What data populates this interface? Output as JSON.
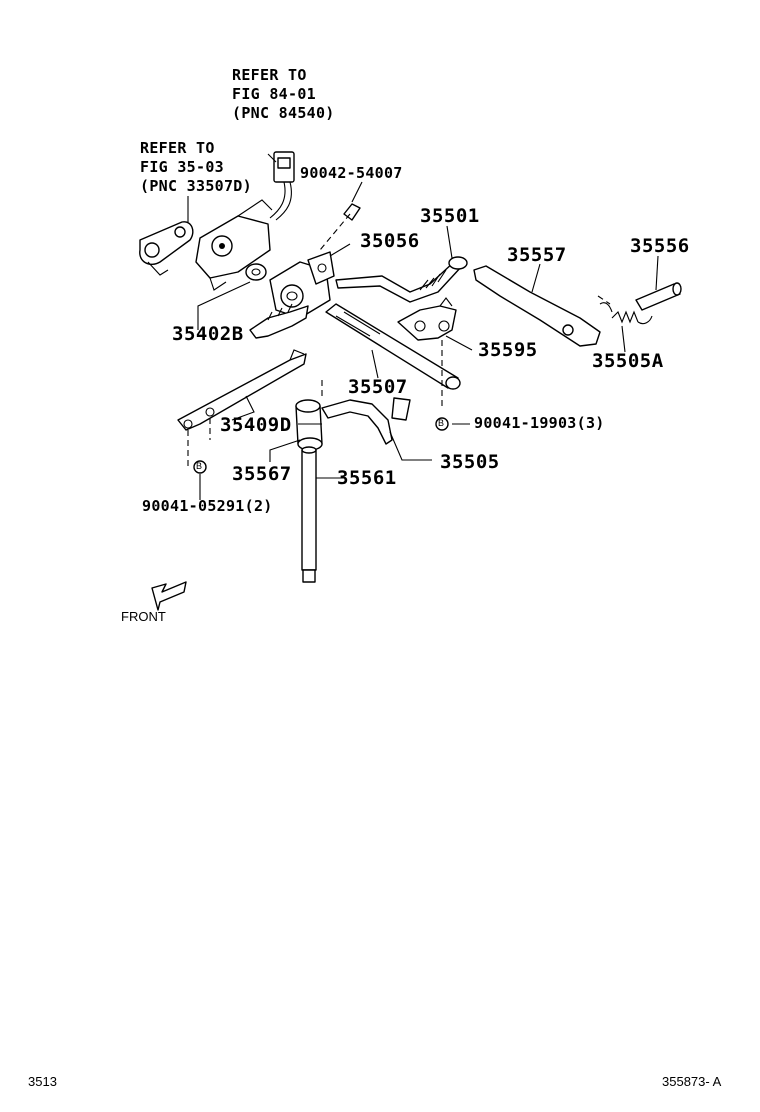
{
  "references": {
    "fig84": [
      "REFER TO",
      "FIG 84-01",
      "(PNC 84540)"
    ],
    "fig35": [
      "REFER TO",
      "FIG 35-03",
      "(PNC 33507D)"
    ]
  },
  "parts": {
    "p90042": "90042-54007",
    "p35501": "35501",
    "p35056": "35056",
    "p35557": "35557",
    "p35556": "35556",
    "p35402B": "35402B",
    "p35595": "35595",
    "p35505A": "35505A",
    "p35507": "35507",
    "p35409D": "35409D",
    "p90041_19903": "90041-19903(3)",
    "p35567": "35567",
    "p35505": "35505",
    "p35561": "35561",
    "p90041_05291": "90041-05291(2)"
  },
  "markers": {
    "bolt_a": "B",
    "bolt_b": "B"
  },
  "orientation": {
    "label": "FRONT"
  },
  "footer": {
    "page_number": "3513",
    "illustration_code": "355873- A"
  }
}
